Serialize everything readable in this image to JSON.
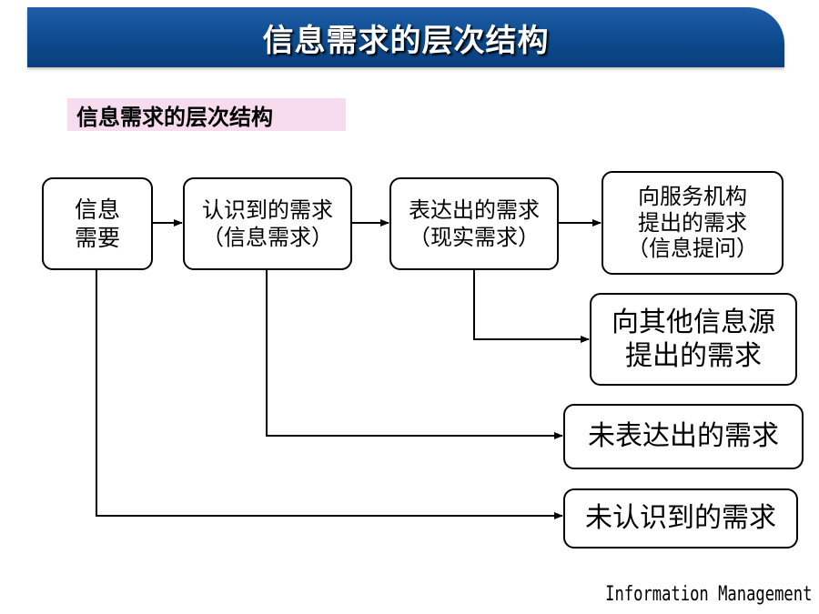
{
  "header": {
    "title": "信息需求的层次结构"
  },
  "subtitle": "信息需求的层次结构",
  "nodes": {
    "need": {
      "line1": "信息",
      "line2": "需要"
    },
    "recognized": {
      "line1": "认识到的需求",
      "line2": "（信息需求）"
    },
    "expressed": {
      "line1": "表达出的需求",
      "line2": "（现实需求）"
    },
    "service": {
      "line1": "向服务机构",
      "line2": "提出的需求",
      "line3": "（信息提问）"
    },
    "other_sources": {
      "line1": "向其他信息源",
      "line2": "提出的需求"
    },
    "unexpressed": {
      "line1": "未表达出的需求"
    },
    "unrecognized": {
      "line1": "未认识到的需求"
    }
  },
  "footer": "Information Management",
  "colors": {
    "title_bar": "#0d4a8f",
    "subtitle_bg": "#f7dcef",
    "text": "#000000"
  }
}
